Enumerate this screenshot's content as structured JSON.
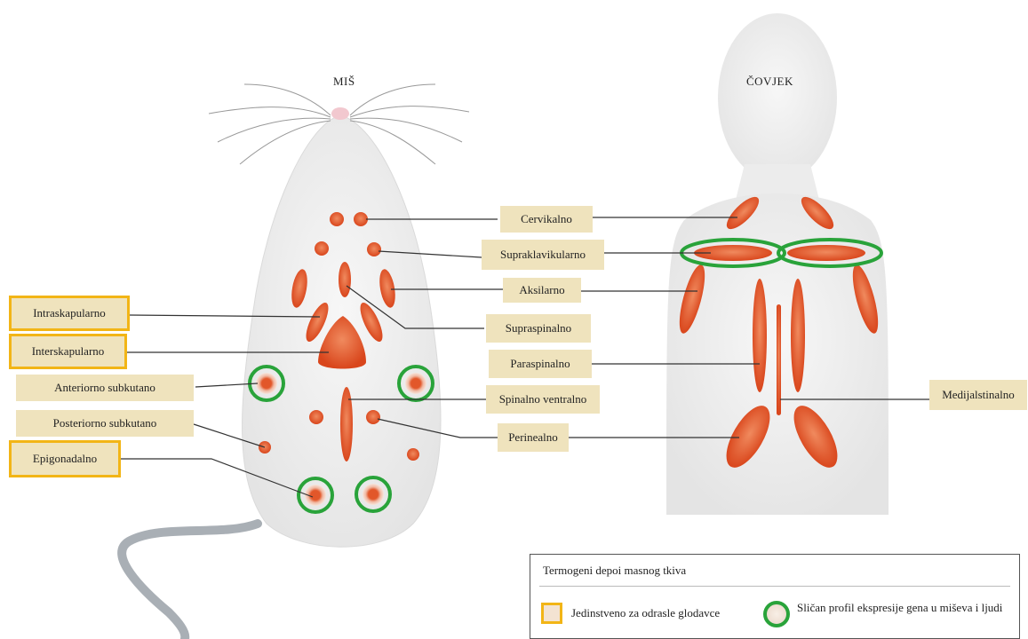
{
  "titles": {
    "mouse": "MIŠ",
    "human": "ČOVJEK"
  },
  "labels": {
    "cervical": "Cervikalno",
    "supraclavicular": "Supraklavikularno",
    "axillary": "Aksilarno",
    "supraspinal": "Supraspinalno",
    "paraspinal": "Paraspinalno",
    "spinal_ventral": "Spinalno ventralno",
    "perineal": "Perinealno",
    "mediastinal": "Medijalstinalno",
    "intrascapular": "Intraskapularno",
    "interscapular": "Interskapularno",
    "anterior_subcutaneous": "Anteriorno subkutano",
    "posterior_subcutaneous": "Posteriorno subkutano",
    "epigonadal": "Epigonadalno"
  },
  "legend": {
    "title": "Termogeni depoi masnog tkiva",
    "rodent_only": "Jedinstveno za odrasle glodavce",
    "similar_profile": "Sličan profil ekspresije gena u miševa i ljudi"
  },
  "colors": {
    "fat_depot": "#e2572a",
    "rodent_border": "#f2b516",
    "similar_ring": "#29a33a",
    "label_bg": "#efe3bd",
    "body_fill": "#ededed"
  }
}
